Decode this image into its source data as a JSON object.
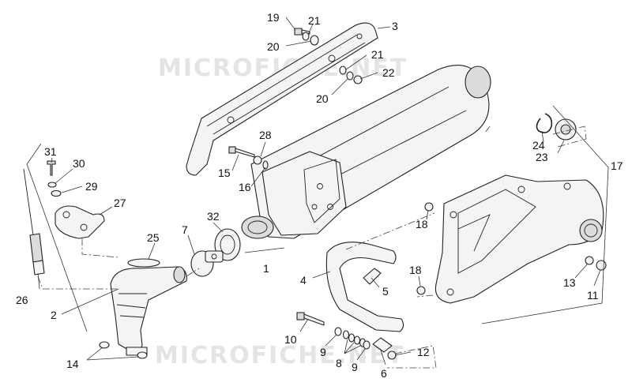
{
  "watermark": {
    "top": "MICROFICHE.NET",
    "bottom": "MICROFICHE.NET"
  },
  "callouts": [
    {
      "id": "c19",
      "text": "19"
    },
    {
      "id": "c21a",
      "text": "21"
    },
    {
      "id": "c3",
      "text": "3"
    },
    {
      "id": "c20a",
      "text": "20"
    },
    {
      "id": "c21b",
      "text": "21"
    },
    {
      "id": "c22",
      "text": "22"
    },
    {
      "id": "c20b",
      "text": "20"
    },
    {
      "id": "c28",
      "text": "28"
    },
    {
      "id": "c24",
      "text": "24"
    },
    {
      "id": "c23",
      "text": "23"
    },
    {
      "id": "c17",
      "text": "17"
    },
    {
      "id": "c31",
      "text": "31"
    },
    {
      "id": "c30",
      "text": "30"
    },
    {
      "id": "c29",
      "text": "29"
    },
    {
      "id": "c27",
      "text": "27"
    },
    {
      "id": "c15",
      "text": "15"
    },
    {
      "id": "c16",
      "text": "16"
    },
    {
      "id": "c32",
      "text": "32"
    },
    {
      "id": "c7",
      "text": "7"
    },
    {
      "id": "c25",
      "text": "25"
    },
    {
      "id": "c1",
      "text": "1"
    },
    {
      "id": "c18a",
      "text": "18"
    },
    {
      "id": "c18b",
      "text": "18"
    },
    {
      "id": "c4",
      "text": "4"
    },
    {
      "id": "c5",
      "text": "5"
    },
    {
      "id": "c13",
      "text": "13"
    },
    {
      "id": "c11",
      "text": "11"
    },
    {
      "id": "c26",
      "text": "26"
    },
    {
      "id": "c2",
      "text": "2"
    },
    {
      "id": "c10",
      "text": "10"
    },
    {
      "id": "c9a",
      "text": "9"
    },
    {
      "id": "c8",
      "text": "8"
    },
    {
      "id": "c9b",
      "text": "9"
    },
    {
      "id": "c12",
      "text": "12"
    },
    {
      "id": "c6",
      "text": "6"
    },
    {
      "id": "c14",
      "text": "14"
    }
  ]
}
